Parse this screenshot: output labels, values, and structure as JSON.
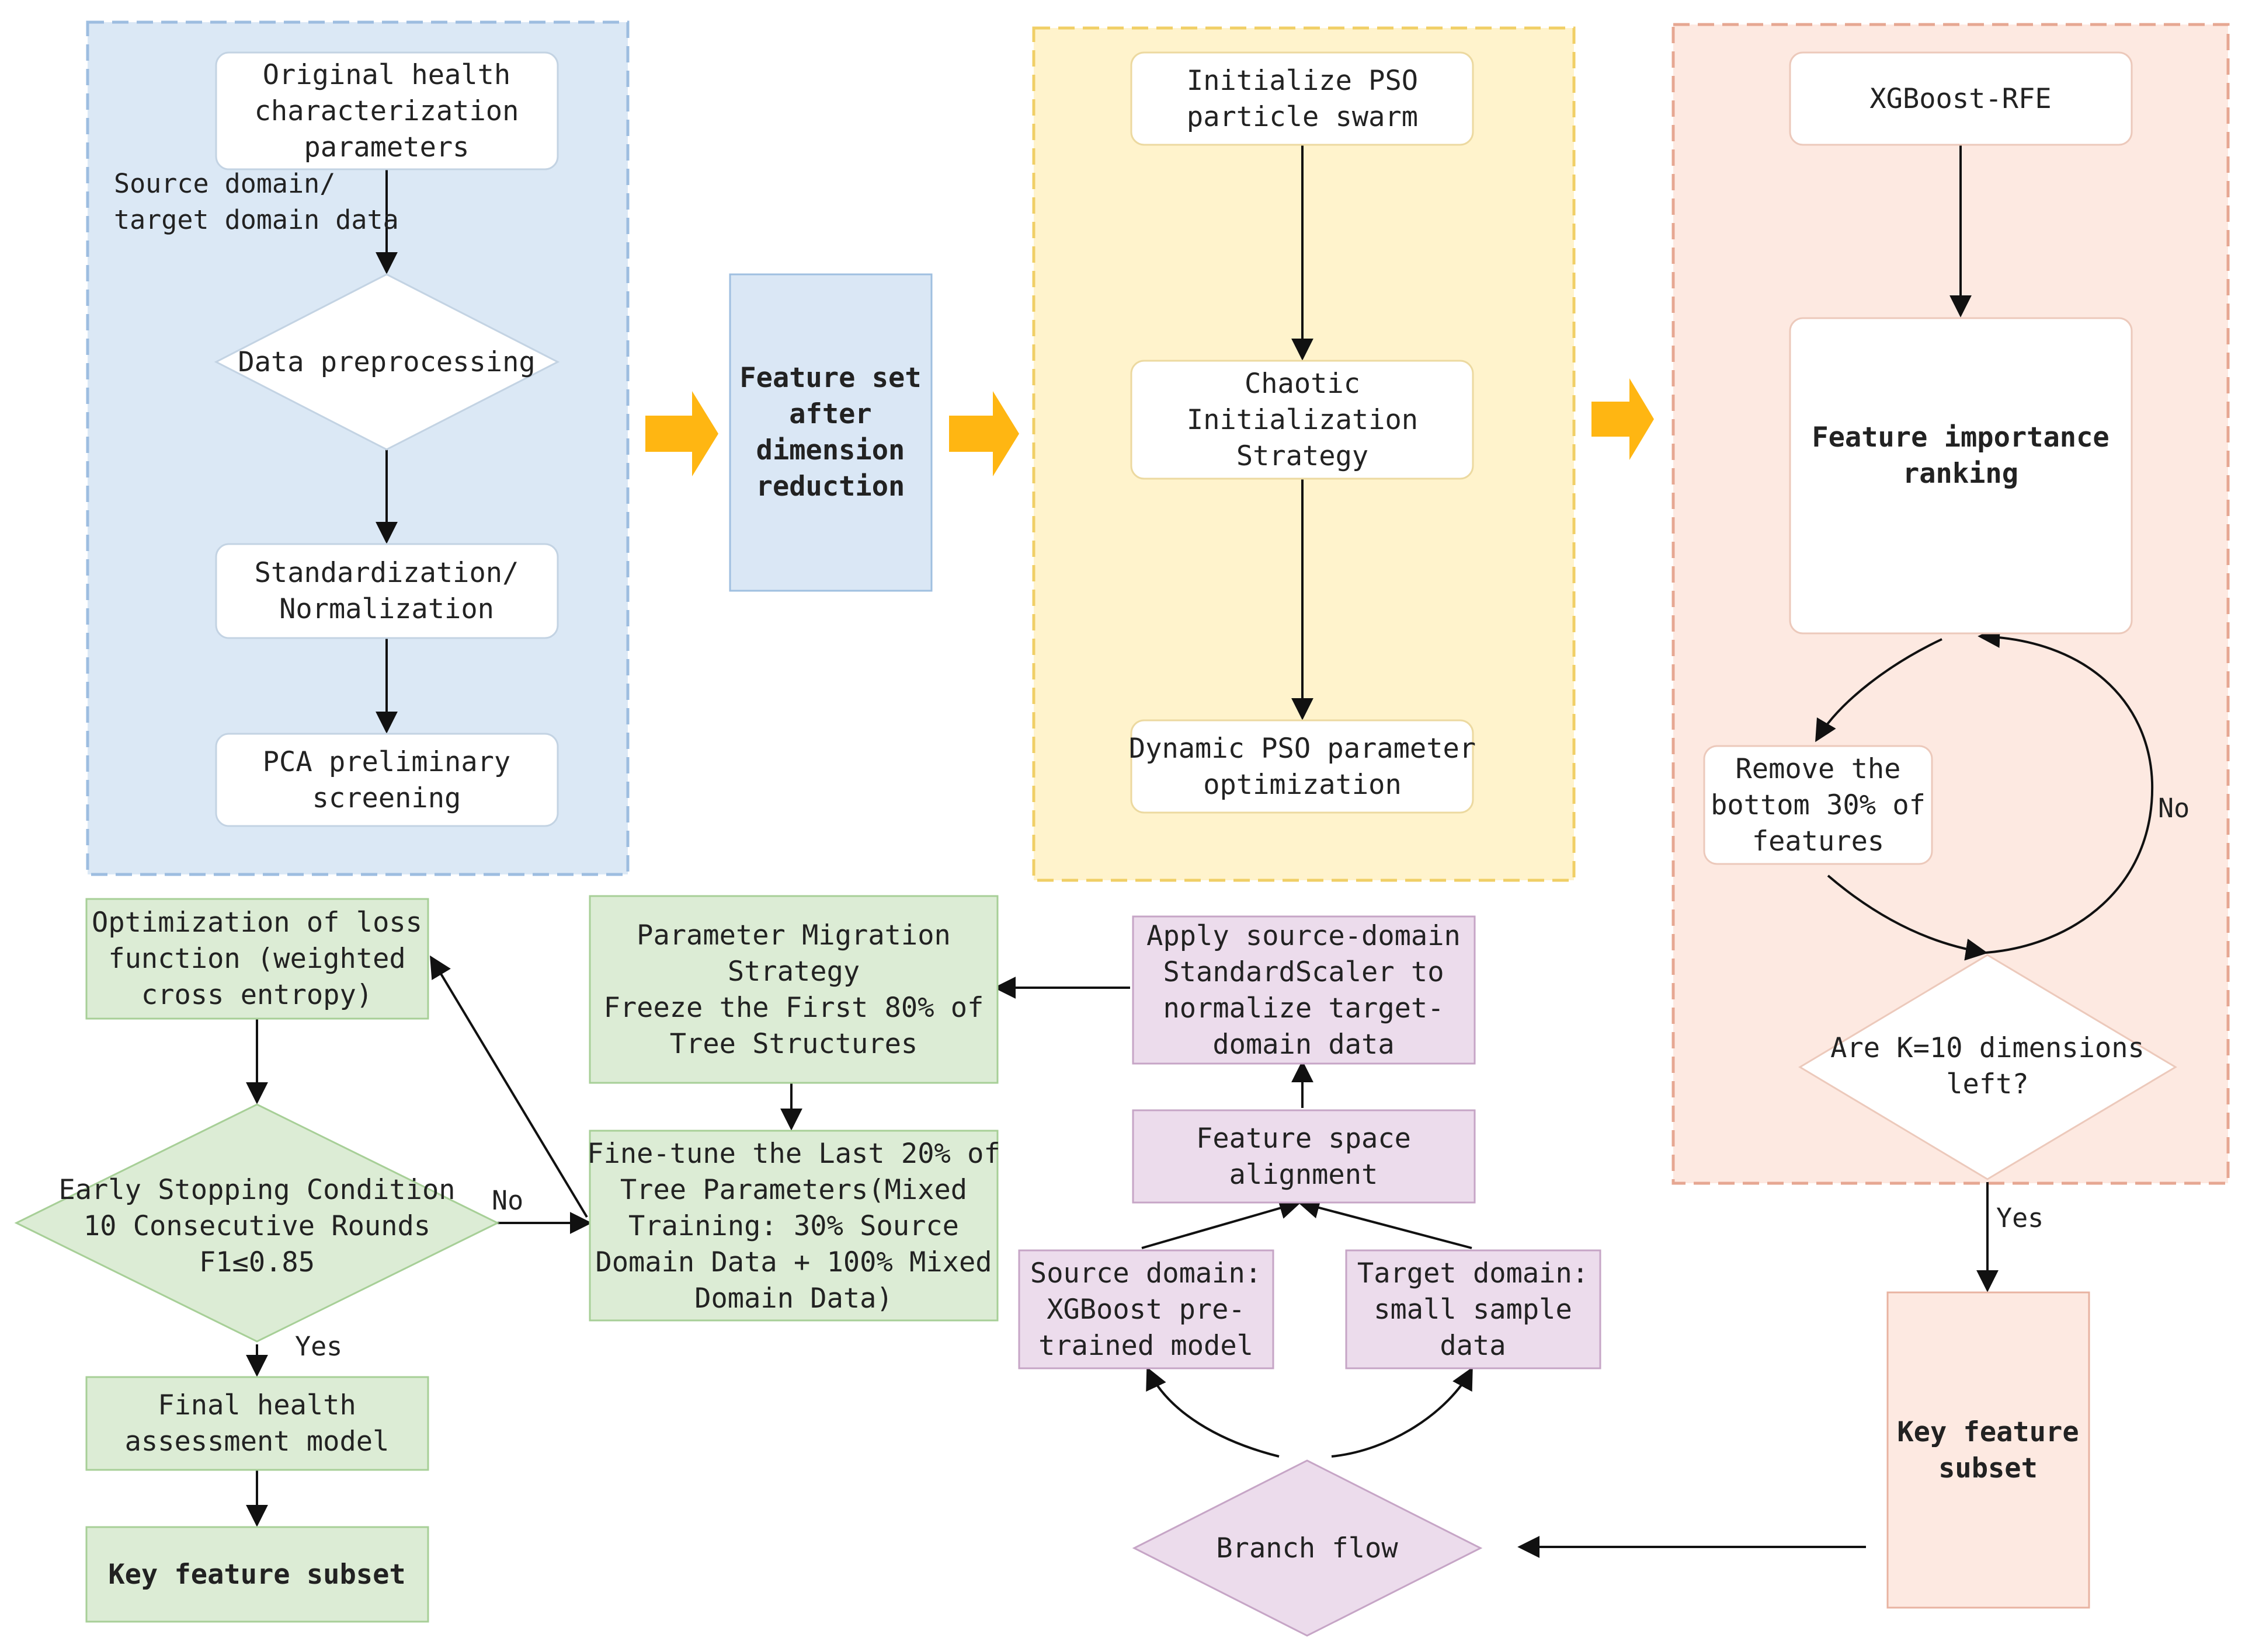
{
  "colors": {
    "blue_panel": "#dbe8f5",
    "blue_panel_border": "#9dbde0",
    "yellow_panel": "#fff3cc",
    "yellow_panel_border": "#f0cf66",
    "peach_panel": "#fde9e1",
    "peach_panel_border": "#e6a792",
    "green_fill": "#dcecd5",
    "green_border": "#a7cf97",
    "pink_fill": "#ecdcec",
    "pink_border": "#c6a5c6",
    "blue_box": "#dae7f5",
    "blue_box_border": "#9fbfe0",
    "peach_box": "#fde9e1",
    "peach_box_border": "#e8b3a1",
    "orange_arrow": "#ffb612",
    "white": "#ffffff",
    "line": "#111111"
  },
  "nodes": {
    "original_params": {
      "lines": [
        "Original health",
        "characterization",
        "parameters"
      ]
    },
    "data_preprocessing": {
      "lines": [
        "Data preprocessing"
      ]
    },
    "standardization": {
      "lines": [
        "Standardization/",
        "Normalization"
      ]
    },
    "pca_screening": {
      "lines": [
        "PCA preliminary",
        "screening"
      ]
    },
    "feature_set": {
      "lines": [
        "Feature set",
        "after",
        "dimension",
        "reduction"
      ]
    },
    "init_pso": {
      "lines": [
        "Initialize PSO",
        "particle swarm"
      ]
    },
    "chaotic_init": {
      "lines": [
        "Chaotic",
        "Initialization",
        "Strategy"
      ]
    },
    "dynamic_pso": {
      "lines": [
        "Dynamic PSO parameter",
        "optimization"
      ]
    },
    "xgboost_rfe": {
      "lines": [
        "XGBoost-RFE"
      ]
    },
    "feature_ranking": {
      "lines": [
        "Feature importance",
        "ranking"
      ]
    },
    "remove_bottom": {
      "lines": [
        "Remove the",
        "bottom 30% of",
        "features"
      ]
    },
    "dims_left": {
      "lines": [
        "Are K=10 dimensions",
        "left?"
      ]
    },
    "key_subset_right": {
      "lines": [
        "Key feature",
        "subset"
      ]
    },
    "branch_flow": {
      "lines": [
        "Branch flow"
      ]
    },
    "source_domain_model": {
      "lines": [
        "Source domain:",
        "XGBoost pre-",
        "trained model"
      ]
    },
    "target_domain_data": {
      "lines": [
        "Target domain:",
        "small sample",
        "data"
      ]
    },
    "feature_alignment": {
      "lines": [
        "Feature space",
        "alignment"
      ]
    },
    "apply_scaler": {
      "lines": [
        "Apply source-domain",
        "StandardScaler to",
        "normalize target-",
        "domain data"
      ]
    },
    "param_migration": {
      "lines": [
        "Parameter Migration",
        "Strategy",
        "Freeze the First 80% of",
        "Tree Structures"
      ]
    },
    "fine_tune": {
      "lines": [
        "Fine-tune the Last 20% of",
        "Tree Parameters(Mixed",
        "Training: 30% Source",
        "Domain Data + 100% Mixed",
        "Domain Data)"
      ]
    },
    "loss_opt": {
      "lines": [
        "Optimization of loss",
        "function (weighted",
        "cross entropy)"
      ]
    },
    "early_stopping": {
      "lines": [
        "Early Stopping Condition",
        "10 Consecutive Rounds",
        "F1≤0.85"
      ]
    },
    "final_model": {
      "lines": [
        "Final health",
        "assessment model"
      ]
    },
    "key_subset_left": {
      "lines": [
        "Key feature subset"
      ]
    }
  },
  "edge_labels": {
    "source_target": [
      "Source domain/",
      "target domain data"
    ],
    "no_right": "No",
    "yes_right": "Yes",
    "no_left": "No",
    "yes_left": "Yes"
  }
}
